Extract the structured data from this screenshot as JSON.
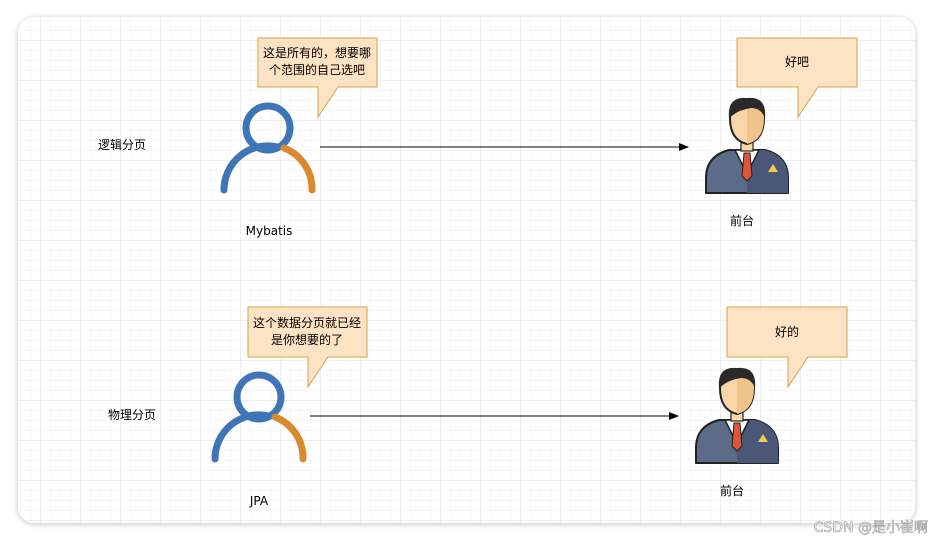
{
  "rows": [
    {
      "label": "逻辑分页",
      "actor": {
        "name": "Mybatis",
        "bubble": [
          "这是所有的，想要哪",
          "个范围的自己选吧"
        ]
      },
      "receiver": {
        "name": "前台",
        "bubble": "好吧"
      }
    },
    {
      "label": "物理分页",
      "actor": {
        "name": "JPA",
        "bubble": [
          "这个数据分页就已经",
          "是你想要的了"
        ]
      },
      "receiver": {
        "name": "前台",
        "bubble": "好的"
      }
    }
  ],
  "watermark": "CSDN @是小崔啊",
  "colors": {
    "person_blue": "#3f74b7",
    "person_orange": "#d98a2e",
    "bubble_fill": "#fde2c3",
    "bubble_stroke": "#d8a24a",
    "suit": "#5d6b8a",
    "tie": "#e1543b",
    "skin": "#f8d6a7",
    "hair": "#2a2a2a",
    "badge": "#f2c94c"
  }
}
